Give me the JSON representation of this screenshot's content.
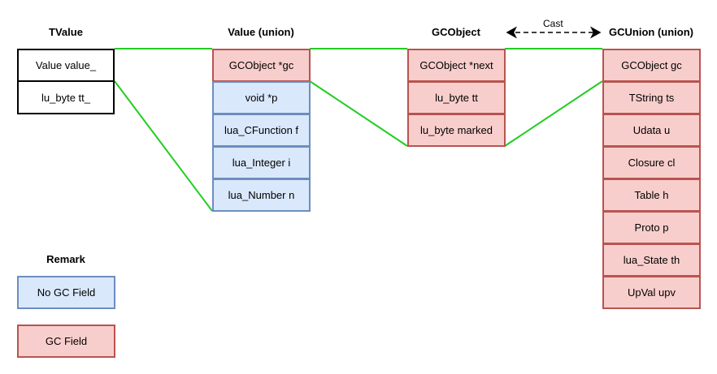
{
  "tvalue": {
    "title": "TValue",
    "fields": [
      "Value value_",
      "lu_byte tt_"
    ]
  },
  "value_union": {
    "title": "Value (union)",
    "fields": [
      "GCObject *gc",
      "void *p",
      "lua_CFunction f",
      "lua_Integer i",
      "lua_Number n"
    ]
  },
  "gcobject": {
    "title": "GCObject",
    "fields": [
      "GCObject *next",
      "lu_byte tt",
      "lu_byte marked"
    ]
  },
  "gcunion": {
    "title": "GCUnion (union)",
    "fields": [
      "GCObject gc",
      "TString ts",
      "Udata u",
      "Closure cl",
      "Table h",
      "Proto p",
      "lua_State th",
      "UpVal upv"
    ]
  },
  "cast_label": "Cast",
  "remark": {
    "title": "Remark",
    "no_gc": "No GC Field",
    "gc": "GC Field"
  },
  "colors": {
    "gc_fill": "#f8cecc",
    "gc_stroke": "#b85450",
    "nogc_fill": "#dae8fc",
    "nogc_stroke": "#6c8ebf",
    "connector": "#22cc22"
  }
}
